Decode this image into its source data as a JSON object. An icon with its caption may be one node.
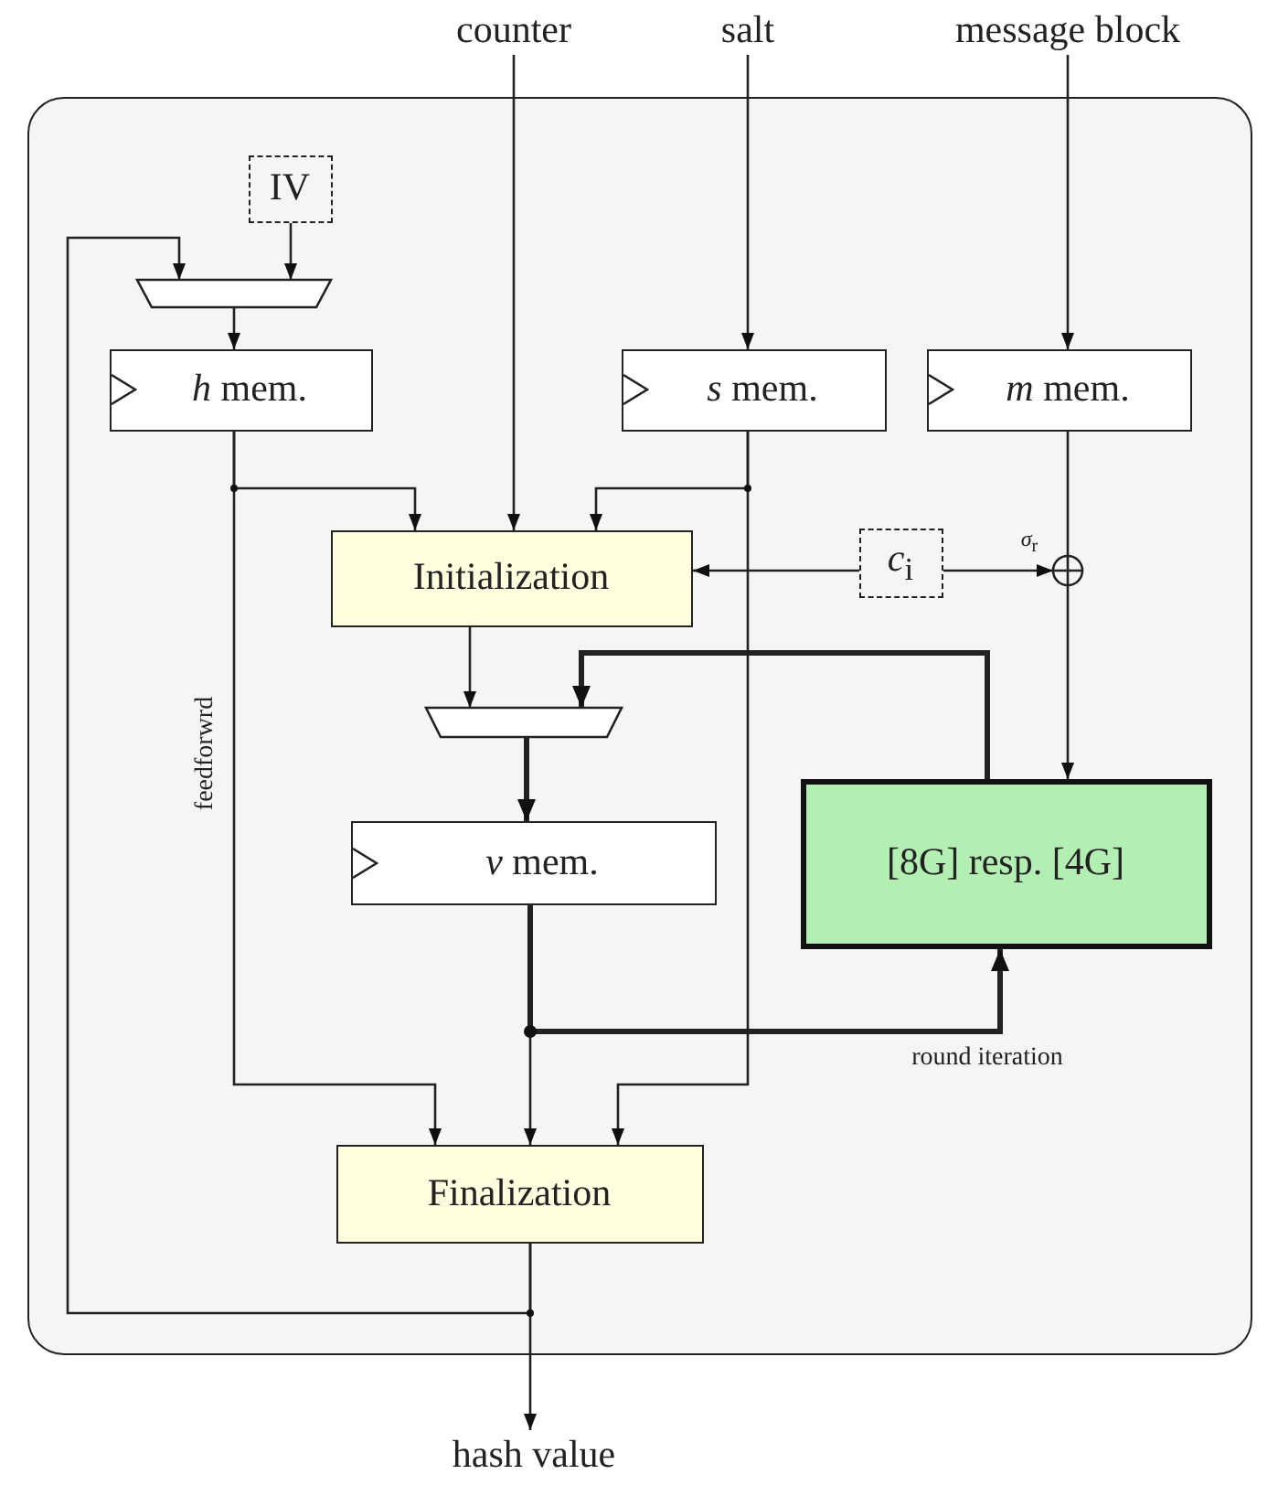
{
  "diagram": {
    "nodes": [
      {
        "text": [],
        "shape": "box"
      },
      {
        "text": [
          "counter"
        ]
      },
      {
        "text": [
          "salt"
        ]
      },
      {
        "text": [
          "message block"
        ]
      },
      {
        "text": [
          "IV"
        ],
        "in": 0
      },
      {
        "text": [],
        "shape": "trapezoid",
        "in": 0
      },
      {
        "text": [
          "*h* mem."
        ],
        "in": 0
      },
      {
        "text": [
          "*s* mem."
        ],
        "in": 0
      },
      {
        "text": [
          "*m* mem."
        ],
        "in": 0
      },
      {
        "text": [
          "Initialization"
        ],
        "in": 0
      },
      {
        "text": [
          "*c*$_{i}$"
        ],
        "in": 0
      },
      {
        "text": [],
        "shape": "circle",
        "in": 0
      },
      {
        "text": [],
        "shape": "trapezoid",
        "in": 0
      },
      {
        "text": [
          "*v* mem."
        ],
        "in": 0
      },
      {
        "text": [
          "[8G] resp. [4G]"
        ],
        "in": 0
      },
      {
        "text": [
          "Finalization"
        ],
        "in": 0
      },
      {
        "text": [
          "hash value"
        ]
      }
    ],
    "edges": [
      {
        "from": 1,
        "to": 9,
        "arrow": "to"
      },
      {
        "from": 2,
        "to": 7,
        "arrow": "to"
      },
      {
        "from": 3,
        "to": 8,
        "arrow": "to"
      },
      {
        "from": 4,
        "to": 5,
        "arrow": "to"
      },
      {
        "from": 15,
        "to": 5,
        "arrow": "to"
      },
      {
        "from": 5,
        "to": 6,
        "arrow": "to"
      },
      {
        "from": 6,
        "to": 9,
        "arrow": "to"
      },
      {
        "from": 7,
        "to": 9,
        "arrow": "to"
      },
      {
        "from": 10,
        "to": 9,
        "arrow": "to"
      },
      {
        "from": 10,
        "to": 11,
        "arrow": "to",
        "label": "*σ*$_{r}$"
      },
      {
        "from": 8,
        "to": 11,
        "arrow": "none"
      },
      {
        "from": 11,
        "to": 14,
        "arrow": "to"
      },
      {
        "from": 9,
        "to": 12,
        "arrow": "to"
      },
      {
        "from": 14,
        "to": 12,
        "arrow": "to",
        "style": "thick"
      },
      {
        "from": 12,
        "to": 13,
        "arrow": "to",
        "style": "thick"
      },
      {
        "from": 13,
        "to": 14,
        "arrow": "to",
        "style": "thick",
        "label": "round iteration"
      },
      {
        "from": 13,
        "to": 15,
        "arrow": "to"
      },
      {
        "from": 6,
        "to": 15,
        "arrow": "to",
        "label": "feedforwrd"
      },
      {
        "from": 7,
        "to": 15,
        "arrow": "to"
      },
      {
        "from": 15,
        "to": 16,
        "arrow": "to"
      }
    ]
  }
}
